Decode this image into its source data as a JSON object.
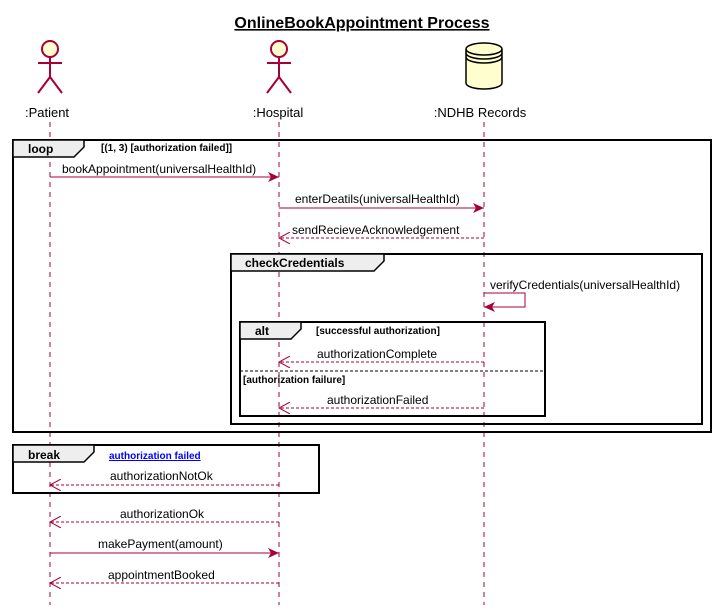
{
  "title": "OnlineBookAppointment Process",
  "colors": {
    "line": "#A80036",
    "actor_fill": "#FEFECE",
    "frame_header": "#EEEEEE",
    "link": "#0000FF"
  },
  "participants": [
    {
      "id": "patient",
      "label": ":Patient",
      "kind": "actor-icon"
    },
    {
      "id": "hospital",
      "label": ":Hospital",
      "kind": "actor-icon"
    },
    {
      "id": "ndhb",
      "label": ":NDHB Records",
      "kind": "database-icon"
    }
  ],
  "fragments": {
    "loop": {
      "keyword": "loop",
      "guard": "[(1, 3) [authorization failed]]"
    },
    "group": {
      "keyword": "checkCredentials"
    },
    "alt": {
      "keyword": "alt",
      "guard": "[successful authorization]",
      "else_guard": "[authorization failure]"
    },
    "break": {
      "keyword": "break",
      "guard": "authorization failed"
    }
  },
  "messages": [
    {
      "label": "bookAppointment(universalHealthId)",
      "from": "patient",
      "to": "hospital",
      "style": "sync"
    },
    {
      "label": "enterDeatils(universalHealthId)",
      "from": "hospital",
      "to": "ndhb",
      "style": "sync"
    },
    {
      "label": "sendRecieveAcknowledgement",
      "from": "ndhb",
      "to": "hospital",
      "style": "return"
    },
    {
      "label": "verifyCredentials(universalHealthId)",
      "from": "ndhb",
      "to": "ndhb",
      "style": "self"
    },
    {
      "label": "authorizationComplete",
      "from": "ndhb",
      "to": "hospital",
      "style": "return"
    },
    {
      "label": "authorizationFailed",
      "from": "ndhb",
      "to": "hospital",
      "style": "return"
    },
    {
      "label": "authorizationNotOk",
      "from": "hospital",
      "to": "patient",
      "style": "return"
    },
    {
      "label": "authorizationOk",
      "from": "hospital",
      "to": "patient",
      "style": "return"
    },
    {
      "label": "makePayment(amount)",
      "from": "patient",
      "to": "hospital",
      "style": "sync"
    },
    {
      "label": "appointmentBooked",
      "from": "hospital",
      "to": "patient",
      "style": "return"
    }
  ]
}
